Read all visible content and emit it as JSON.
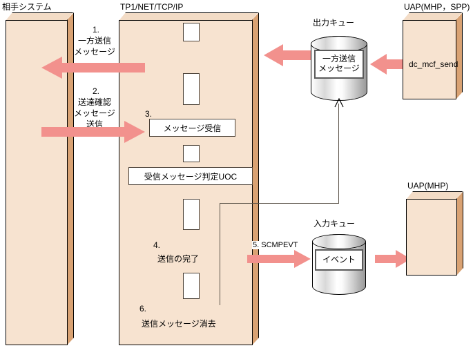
{
  "diagram": {
    "title_left": "相手システム",
    "title_center": "TP1/NET/TCP/IP",
    "title_uap_top": "UAP(MHP，SPP)",
    "title_uap_bottom": "UAP(MHP)"
  },
  "queues": {
    "output": {
      "caption": "出力キュー",
      "label_line1": "一方送信",
      "label_line2": "メッセージ"
    },
    "input": {
      "caption": "入力キュー",
      "label_line1": "イベント"
    }
  },
  "steps": [
    {
      "id": "step1",
      "number": "1.",
      "line1": "一方送信",
      "line2": "メッセージ"
    },
    {
      "id": "step2",
      "number": "2.",
      "line1": "送達確認",
      "line2": "メッセージ",
      "line3": "送信"
    },
    {
      "id": "step3",
      "number": "3.",
      "block_label": "メッセージ受信"
    },
    {
      "id": "step4",
      "number": "4.",
      "line1": "送信の完了"
    },
    {
      "id": "step5",
      "tag": "5. SCMPEVT"
    },
    {
      "id": "step6",
      "number": "6.",
      "line1": "送信メッセージ消去"
    }
  ],
  "blocks": {
    "uoc": "受信メッセージ判定UOC",
    "api_send": "dc_mcf_send"
  },
  "colors": {
    "arrow_pink": "#f2918d",
    "box_face": "#f7e3d0",
    "box_side": "#d9a273",
    "outline": "#000000"
  }
}
